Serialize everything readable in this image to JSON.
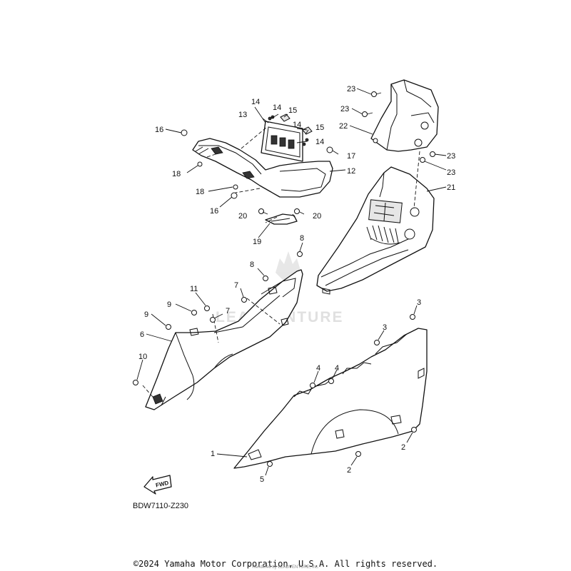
{
  "diagram": {
    "code": "BDW7110-Z230",
    "fwd_label": "FWD",
    "watermark": "LEADVENTURE",
    "copyright": "©2024 Yamaha Motor Corporation, U.S.A. All rights reserved.",
    "rendered_by": "Rendered by LEADVENTURE, Inc.",
    "callouts": {
      "c1": "1",
      "c2a": "2",
      "c2b": "2",
      "c3a": "3",
      "c3b": "3",
      "c4a": "4",
      "c4b": "4",
      "c5": "5",
      "c6": "6",
      "c7a": "7",
      "c7b": "7",
      "c8a": "8",
      "c8b": "8",
      "c9a": "9",
      "c9b": "9",
      "c10": "10",
      "c11": "11",
      "c12": "12",
      "c13": "13",
      "c14a": "14",
      "c14b": "14",
      "c14c": "14",
      "c14d": "14",
      "c15a": "15",
      "c15b": "15",
      "c16a": "16",
      "c16b": "16",
      "c17": "17",
      "c18a": "18",
      "c18b": "18",
      "c19": "19",
      "c20a": "20",
      "c20b": "20",
      "c21": "21",
      "c22": "22",
      "c23a": "23",
      "c23b": "23",
      "c23c": "23",
      "c23d": "23"
    }
  }
}
